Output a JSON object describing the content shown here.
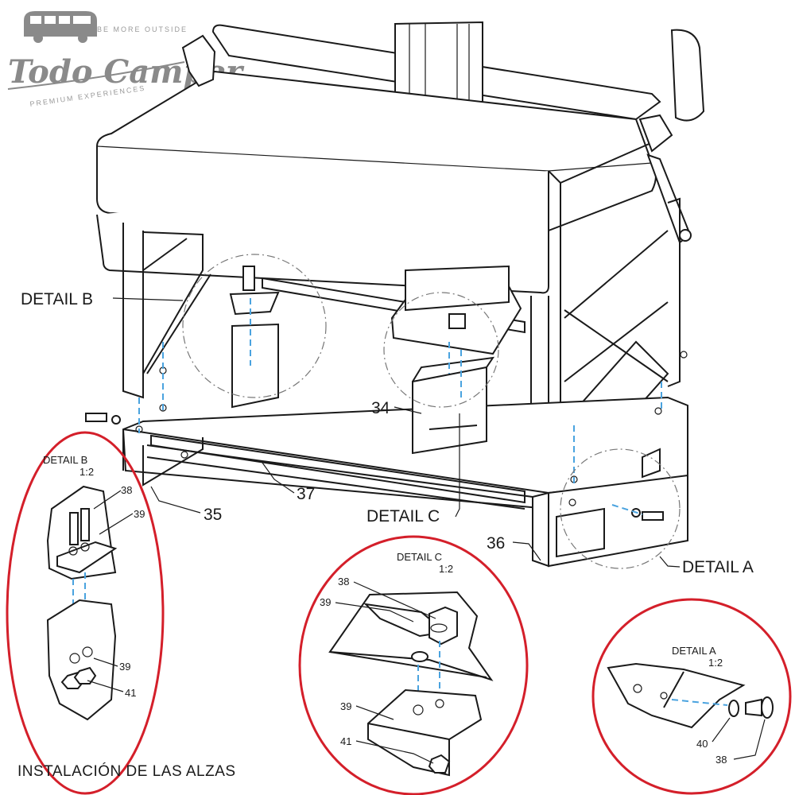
{
  "logo": {
    "brand": "Todo Camper",
    "tagline_top": "BE MORE OUTSIDE",
    "tagline_bottom": "PREMIUM EXPERIENCES"
  },
  "callouts": {
    "detail_b": "DETAIL B",
    "detail_c": "DETAIL C",
    "detail_a": "DETAIL A",
    "part_34": "34",
    "part_35": "35",
    "part_36": "36",
    "part_37": "37"
  },
  "inset_b": {
    "title": "DETAIL B",
    "scale": "1:2",
    "parts": [
      "38",
      "39",
      "39",
      "41"
    ]
  },
  "inset_c": {
    "title": "DETAIL C",
    "scale": "1:2",
    "parts": [
      "38",
      "39",
      "39",
      "41"
    ]
  },
  "inset_a": {
    "title": "DETAIL A",
    "scale": "1:2",
    "parts": [
      "40",
      "38"
    ]
  },
  "caption": "INSTALACIÓN DE LAS ALZAS"
}
